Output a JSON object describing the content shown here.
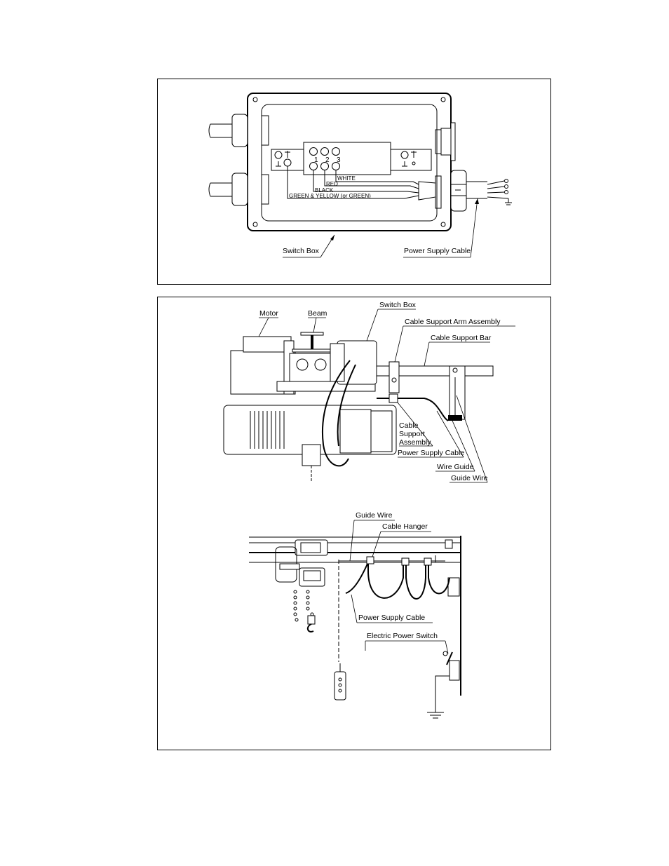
{
  "top_diagram": {
    "wire_colors": {
      "white": "WHITE",
      "red": "RED",
      "black": "BLACK",
      "ground": "GREEN & YELLOW (or GREEN)"
    },
    "terminals": [
      "1",
      "2",
      "3"
    ],
    "labels": {
      "switch_box": "Switch Box",
      "power_supply_cable": "Power Supply Cable"
    }
  },
  "middle_diagram": {
    "labels": {
      "motor": "Motor",
      "beam": "Beam",
      "switch_box": "Switch Box",
      "cable_support_arm_assembly": "Cable Support Arm Assembly",
      "cable_support_bar": "Cable Support Bar",
      "cable_support_assembly_line1": "Cable",
      "cable_support_assembly_line2": "Support",
      "cable_support_assembly_line3": "Assembly",
      "power_supply_cable": "Power Supply Cable",
      "wire_guide": "Wire Guide",
      "guide_wire": "Guide Wire"
    }
  },
  "bottom_diagram": {
    "labels": {
      "guide_wire": "Guide Wire",
      "cable_hanger": "Cable Hanger",
      "power_supply_cable": "Power Supply Cable",
      "electric_power_switch": "Electric Power Switch"
    }
  }
}
